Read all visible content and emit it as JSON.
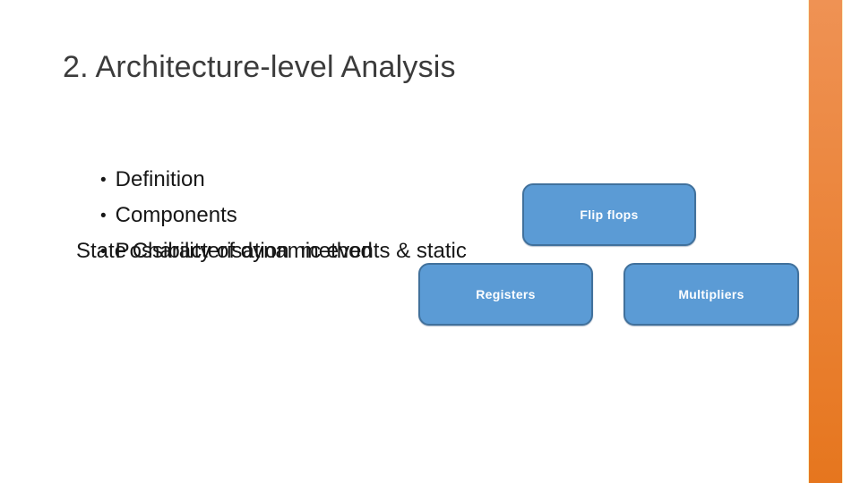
{
  "slide": {
    "title": "2. Architecture-level Analysis",
    "bullet_char": "•",
    "bullets": [
      "Definition",
      "Components",
      "Possibility of dynamic events & static"
    ],
    "continuation": "State Characterisation  method"
  },
  "diagram": {
    "boxes": [
      {
        "label": "Flip flops"
      },
      {
        "label": "Registers"
      },
      {
        "label": "Multipliers"
      }
    ]
  },
  "colors": {
    "background": "#FFFFFF",
    "title_text": "#3B3B3B",
    "body_text": "#171717",
    "box_fill": "#5B9BD5",
    "box_border": "#41719C",
    "box_text": "#FDFEFF",
    "accent_top": "#EF9254",
    "accent_bottom": "#E6761E",
    "accent_edge": "#FBEFC8"
  }
}
